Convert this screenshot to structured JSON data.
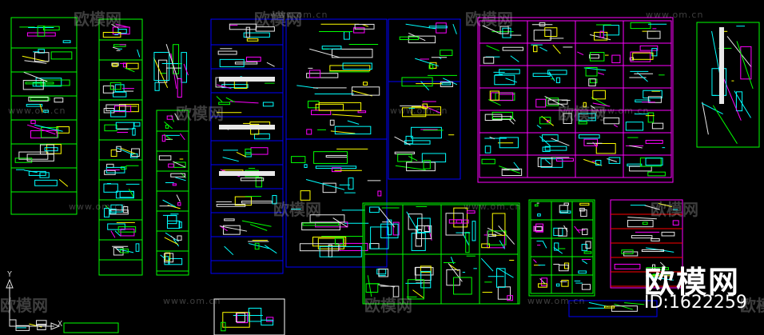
{
  "colors": {
    "background": "#000000",
    "frame_green": "#00ff00",
    "frame_blue": "#0000ff",
    "frame_magenta": "#ff00ff",
    "frame_red": "#ff0000",
    "frame_white": "#ffffff",
    "detail_cyan": "#00ffff",
    "detail_yellow": "#ffff00",
    "detail_white": "#e8e8e8",
    "watermark": "#dcdcdc"
  },
  "watermark": {
    "brand": "欧模网",
    "url": "www.om.cn"
  },
  "id_label": {
    "brand": "欧模网",
    "id_text": "ID:1622259"
  },
  "ucs": {
    "y_label": "Y",
    "x_label": "X"
  }
}
